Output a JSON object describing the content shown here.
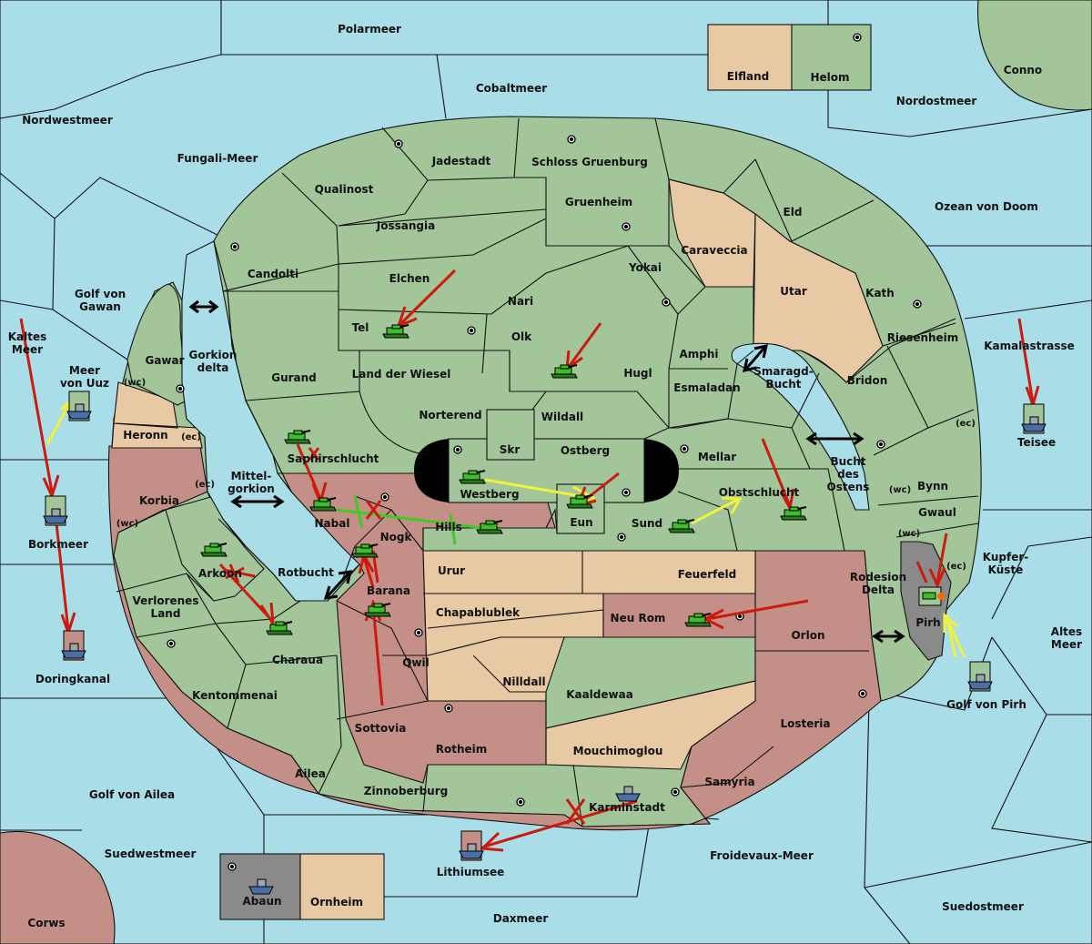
{
  "colors": {
    "sea": "#a9dde8",
    "neutral": "#a2c59a",
    "empire_red": "#c48f86",
    "empire_tan": "#e7c9a3",
    "empire_gray": "#8a8a8a",
    "order_red": "#cc1b0e",
    "order_yellow": "#f2f23a",
    "order_green": "#3fcc22"
  },
  "icons": [
    "tank-icon",
    "ship-icon",
    "supply-center-icon",
    "double-arrow-icon"
  ],
  "regions": {
    "polarmeer": "Polarmeer",
    "elfland": "Elfland",
    "helom": "Helom",
    "conno": "Conno",
    "nordwestmeer": "Nordwestmeer",
    "cobaltmeer": "Cobaltmeer",
    "nordostmeer": "Nordostmeer",
    "fungali": "Fungali-Meer",
    "jadestadt": "Jadestadt",
    "schloss": "Schloss Gruenburg",
    "qualinost": "Qualinost",
    "gruenheim": "Gruenheim",
    "eld": "Eld",
    "ozean": "Ozean von Doom",
    "jossangia": "Jossangia",
    "caraveccia": "Caraveccia",
    "candolti": "Candolti",
    "yokai": "Yokai",
    "utar": "Utar",
    "kath": "Kath",
    "elchen": "Elchen",
    "nari": "Nari",
    "golf_gawan": "Golf von\nGawan",
    "tel": "Tel",
    "olk": "Olk",
    "riesenheim": "Riesenheim",
    "kalt": "Kaltes\nMeer",
    "amphi": "Amphi",
    "kamala": "Kamalastrasse",
    "gawar": "Gawar",
    "gorkion": "Gorkion\ndelta",
    "meer_uuz": "Meer\nvon Uuz",
    "gurand": "Gurand",
    "land_wiesel": "Land der Wiesel",
    "hugl": "Hugl",
    "smaragd": "Smaragd-\nBucht",
    "bridon": "Bridon",
    "esmaladan": "Esmaladan",
    "heronn": "Heronn",
    "norterend": "Norterend",
    "wildall": "Wildall",
    "teisee": "Teisee",
    "skr": "Skr",
    "ostberg": "Ostberg",
    "mellar": "Mellar",
    "saphir": "Saphirschlucht",
    "bucht_ostens": "Bucht\ndes\nOstens",
    "mittelgorkion": "Mittel-\ngorkion",
    "korbia": "Korbia",
    "westberg": "Westberg",
    "obstschlucht": "Obstschlucht",
    "bynn": "Bynn",
    "nabal": "Nabal",
    "eun": "Eun",
    "sund": "Sund",
    "gwaul": "Gwaul",
    "hills": "Hills",
    "borkmeer": "Borkmeer",
    "nogk": "Nogk",
    "kupfer": "Kupfer-\nKüste",
    "arkoon": "Arkoon",
    "rotbucht": "Rotbucht",
    "urur": "Urur",
    "feuerfeld": "Feuerfeld",
    "rodesion": "Rodesion\nDelta",
    "verlorenes": "Verlorenes\nLand",
    "barana": "Barana",
    "chapa": "Chapablublek",
    "neu_rom": "Neu Rom",
    "pirh": "Pirh",
    "altes": "Altes\nMeer",
    "orlon": "Orlon",
    "doringkanal": "Doringkanal",
    "charaua": "Charaua",
    "qwil": "Qwil",
    "nilldall": "Nilldall",
    "kentommenai": "Kentommenai",
    "kaaldewaa": "Kaaldewaa",
    "golf_pirh": "Golf von Pirh",
    "losteria": "Losteria",
    "sottovia": "Sottovia",
    "rotheim": "Rotheim",
    "mouchi": "Mouchimoglou",
    "ailea": "Ailea",
    "samyria": "Samyria",
    "zinnoberburg": "Zinnoberburg",
    "golf_ailea": "Golf von Ailea",
    "karminstadt": "Karminstadt",
    "suedwest": "Suedwestmeer",
    "froidevaux": "Froidevaux-Meer",
    "lithium": "Lithiumsee",
    "abaun": "Abaun",
    "ornheim": "Ornheim",
    "suedost": "Suedostmeer",
    "daxmeer": "Daxmeer",
    "corws": "Corws"
  },
  "coast_tags": {
    "wc": "(wc)",
    "ec": "(ec)"
  }
}
